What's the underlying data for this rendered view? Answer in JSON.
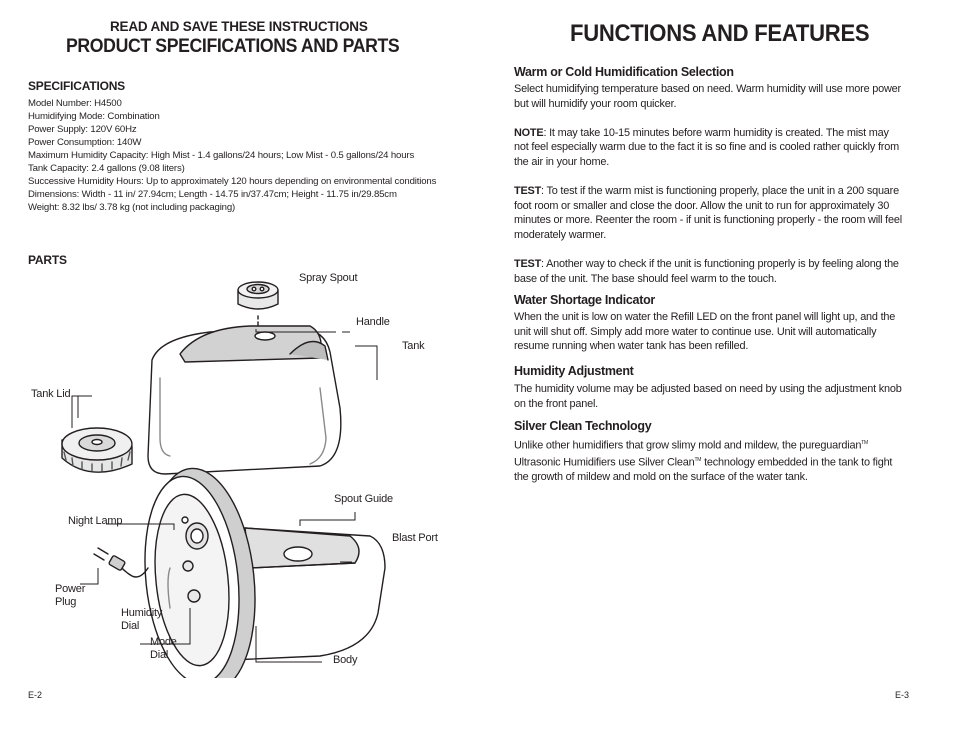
{
  "left_page": {
    "pre_title": "READ AND SAVE THESE INSTRUCTIONS",
    "title": "PRODUCT SPECIFICATIONS AND PARTS",
    "specifications_heading": "SPECIFICATIONS",
    "specifications": [
      "Model Number: H4500",
      "Humidifying Mode: Combination",
      "Power Supply: 120V 60Hz",
      "Power Consumption: 140W",
      "Maximum Humidity Capacity: High Mist - 1.4 gallons/24 hours; Low Mist - 0.5 gallons/24 hours",
      "Tank Capacity: 2.4 gallons (9.08 liters)",
      "Successive Humidity Hours: Up to approximately 120 hours depending on environmental conditions",
      "Dimensions: Width - 11 in/ 27.94cm; Length - 14.75 in/37.47cm; Height - 11.75 in/29.85cm",
      "Weight: 8.32 lbs/ 3.78 kg (not including packaging)"
    ],
    "parts_heading": "PARTS",
    "parts": {
      "spray_spout": "Spray Spout",
      "handle": "Handle",
      "tank": "Tank",
      "tank_lid": "Tank Lid",
      "spout_guide": "Spout Guide",
      "night_lamp": "Night Lamp",
      "blast_port": "Blast Port",
      "power_plug_1": "Power",
      "power_plug_2": "Plug",
      "humidity_dial_1": "Humidity",
      "humidity_dial_2": "Dial",
      "mode_dial_1": "Mode",
      "mode_dial_2": "Dial",
      "body": "Body"
    },
    "page_number": "E-2"
  },
  "right_page": {
    "title": "FUNCTIONS AND FEATURES",
    "warm_cold": {
      "heading": "Warm or Cold Humidification Selection",
      "intro": "Select humidifying temperature based on need. Warm humidity will use more power but will humidify your room quicker.",
      "note_label": "NOTE",
      "note_text": ": It may take 10-15 minutes before warm humidity is created. The mist may not feel especially warm due to the fact it is so fine and is cooled rather quickly from the air in your home.",
      "test1_label": "TEST",
      "test1_text": ": To test if the warm mist is functioning properly, place the unit in a 200 square foot room or smaller and close the door. Allow the unit to run for approximately 30 minutes or more. Reenter the room - if unit is functioning properly - the room will feel moderately warmer.",
      "test2_label": "TEST",
      "test2_text": ": Another way to check if the unit is functioning properly is by feeling along the base of the unit. The base should feel warm to the touch."
    },
    "water_shortage": {
      "heading": "Water Shortage Indicator",
      "body": "When the unit is low on water the Refill LED on the front panel will light up, and the unit will shut off. Simply add more water to continue use. Unit will automatically resume running when water tank has been refilled."
    },
    "humidity_adjustment": {
      "heading": "Humidity Adjustment",
      "body": "The humidity volume may be adjusted based on need by using the adjustment knob on the front panel."
    },
    "silver_clean": {
      "heading": "Silver Clean Technology",
      "body_a": "Unlike other humidifiers that grow slimy mold and mildew, the pureguardian",
      "tm_1": "TM",
      "body_b": " Ultrasonic Humidifiers use Silver Clean",
      "tm_2": "TM",
      "body_c": " technology embedded in the tank to fight the growth of mildew and mold on the surface of the water tank."
    },
    "page_number": "E-3"
  }
}
